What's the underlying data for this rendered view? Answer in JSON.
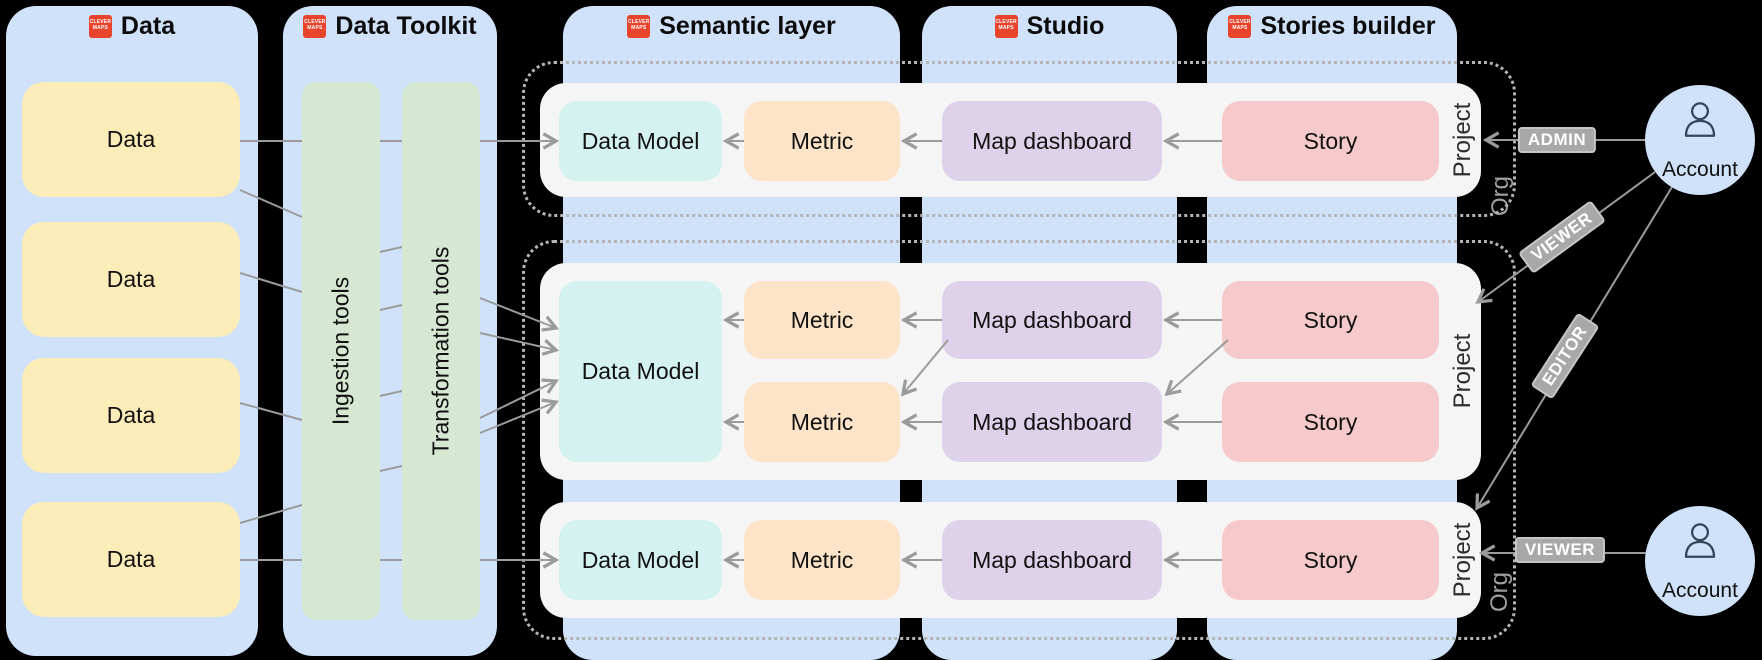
{
  "logo": {
    "line1": "CLEVER",
    "line2": "MAPS",
    "color": "#e8432d"
  },
  "columns": {
    "data": {
      "title": "Data"
    },
    "toolkit": {
      "title": "Data Toolkit"
    },
    "semantic": {
      "title": "Semantic layer"
    },
    "studio": {
      "title": "Studio"
    },
    "stories": {
      "title": "Stories builder"
    }
  },
  "data_sources": [
    {
      "label": "Data"
    },
    {
      "label": "Data"
    },
    {
      "label": "Data"
    },
    {
      "label": "Data"
    }
  ],
  "toolkit_tools": {
    "ingestion": "Ingestion tools",
    "transformation": "Transformation tools"
  },
  "projects": [
    {
      "label": "Project",
      "org": "Org",
      "data_model": "Data Model",
      "metrics": [
        "Metric"
      ],
      "dashboards": [
        "Map dashboard"
      ],
      "stories": [
        "Story"
      ]
    },
    {
      "label": "Project",
      "data_model": "Data Model",
      "metrics": [
        "Metric",
        "Metric"
      ],
      "dashboards": [
        "Map dashboard",
        "Map dashboard"
      ],
      "stories": [
        "Story",
        "Story"
      ]
    },
    {
      "label": "Project",
      "org": "Org",
      "data_model": "Data Model",
      "metrics": [
        "Metric"
      ],
      "dashboards": [
        "Map dashboard"
      ],
      "stories": [
        "Story"
      ]
    }
  ],
  "accounts": [
    {
      "label": "Account"
    },
    {
      "label": "Account"
    }
  ],
  "roles": [
    {
      "label": "ADMIN"
    },
    {
      "label": "VIEWER"
    },
    {
      "label": "EDITOR"
    },
    {
      "label": "VIEWER"
    }
  ],
  "colors": {
    "column_blue": "#cfe2f9",
    "source_yellow": "#fcedb8",
    "tool_green": "#d6e8d2",
    "project_white": "#f5f5f6",
    "data_model_teal": "#d4f2f0",
    "metric_orange": "#fde4c8",
    "dashboard_purple": "#ddd2ea",
    "story_pink": "#f6caca",
    "logo_red": "#e8432d",
    "wire_gray": "#9b9b9b",
    "badge_gray": "#a8a8a8"
  }
}
